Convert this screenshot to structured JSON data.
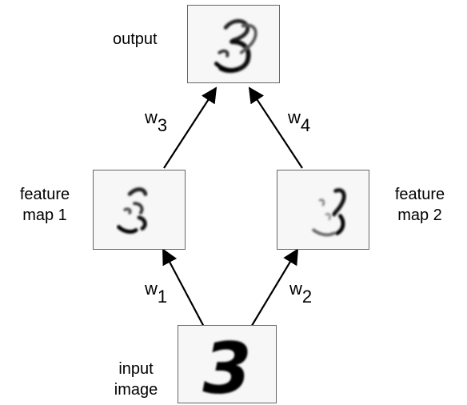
{
  "labels": {
    "output": "output",
    "feature_map_1": [
      "feature",
      "map 1"
    ],
    "feature_map_2": [
      "feature",
      "map 2"
    ],
    "input_image": [
      "input",
      "image"
    ]
  },
  "weights": [
    {
      "base": "w",
      "sub": "3"
    },
    {
      "base": "w",
      "sub": "4"
    },
    {
      "base": "w",
      "sub": "1"
    },
    {
      "base": "w",
      "sub": "2"
    }
  ],
  "input_digit": "3"
}
